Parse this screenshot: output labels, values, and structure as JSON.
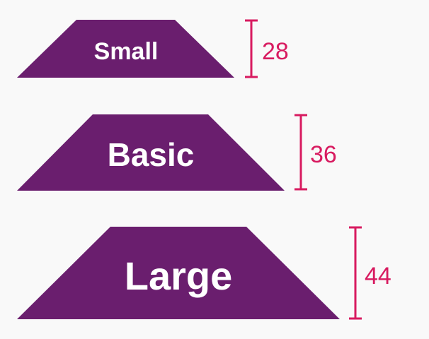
{
  "colors": {
    "background": "#f9f9f9",
    "shape_fill": "#6a1e6e",
    "shape_text": "#ffffff",
    "dimension": "#d81b60"
  },
  "sizes": [
    {
      "label": "Small",
      "height_value": "28"
    },
    {
      "label": "Basic",
      "height_value": "36"
    },
    {
      "label": "Large",
      "height_value": "44"
    }
  ]
}
